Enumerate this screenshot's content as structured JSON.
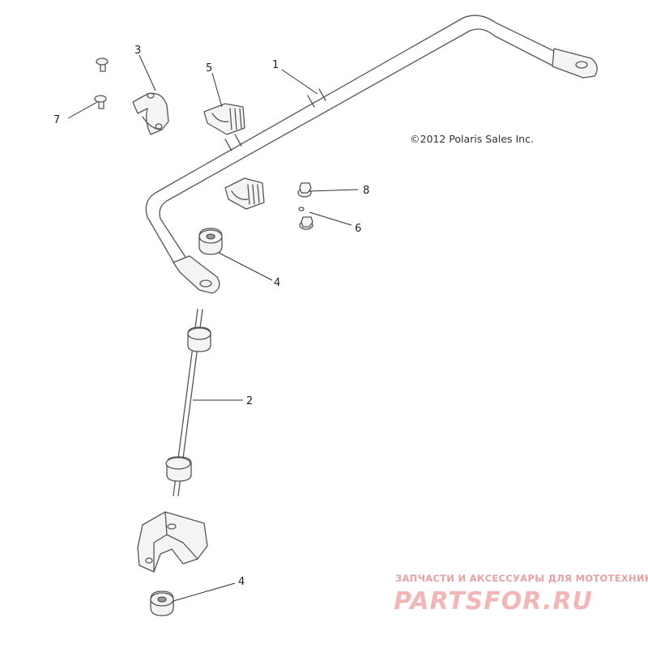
{
  "copyright": "©2012 Polaris Sales Inc.",
  "callouts": {
    "c1": "1",
    "c2": "2",
    "c3": "3",
    "c4a": "4",
    "c4b": "4",
    "c5": "5",
    "c6": "6",
    "c7": "7",
    "c8": "8"
  },
  "watermark": {
    "tagline": "ЗАПЧАСТИ И АКСЕССУАРЫ ДЛЯ МОТОТЕХНИКИ",
    "brand": "PARTSFOR.RU"
  },
  "colors": {
    "line": "#555555",
    "watermark": "#e79a9a"
  }
}
